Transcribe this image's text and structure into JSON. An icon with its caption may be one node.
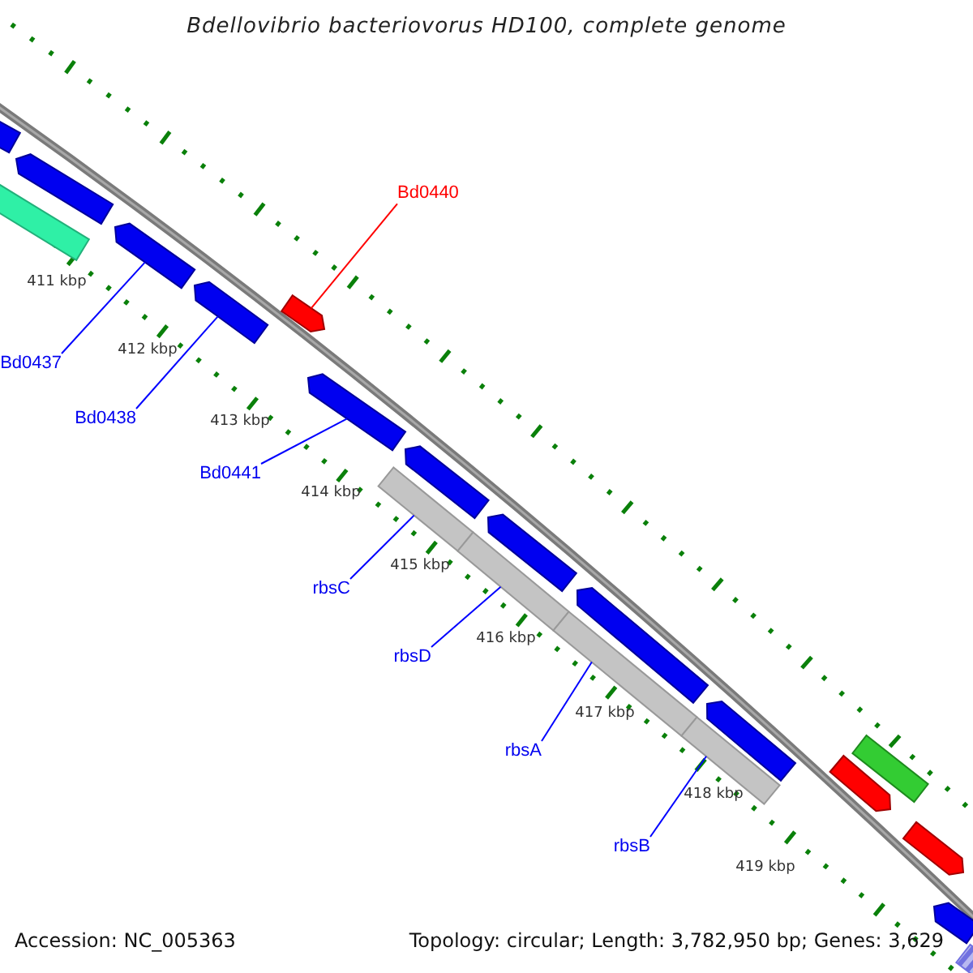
{
  "diagram": {
    "title": "Bdellovibrio bacteriovorus HD100, complete genome",
    "nodes": [
      {
        "text": [
          "Bd0440"
        ]
      },
      {
        "text": [],
        "shape": "arrow"
      },
      {
        "text": [
          "Bd0437"
        ]
      },
      {
        "text": [],
        "shape": "arrow"
      },
      {
        "text": [
          "Bd0438"
        ]
      },
      {
        "text": [],
        "shape": "arrow"
      },
      {
        "text": [
          "Bd0441"
        ]
      },
      {
        "text": [],
        "shape": "arrow"
      },
      {
        "text": [
          "rbsC"
        ]
      },
      {
        "text": [],
        "shape": "bar"
      },
      {
        "text": [
          "rbsD"
        ]
      },
      {
        "text": [],
        "shape": "bar"
      },
      {
        "text": [
          "rbsA"
        ]
      },
      {
        "text": [],
        "shape": "bar"
      },
      {
        "text": [
          "rbsB"
        ]
      },
      {
        "text": [],
        "shape": "bar"
      },
      {
        "text": [],
        "shape": "bar"
      },
      {
        "text": [],
        "shape": "arrow"
      },
      {
        "text": [],
        "shape": "bar"
      },
      {
        "text": [],
        "shape": "arrow"
      },
      {
        "text": [],
        "shape": "arrow"
      },
      {
        "text": [],
        "shape": "arrow"
      },
      {
        "text": [],
        "shape": "arrow"
      },
      {
        "text": [],
        "shape": "arrow"
      },
      {
        "text": [],
        "shape": "bar"
      },
      {
        "text": [],
        "shape": "arrow"
      },
      {
        "text": [],
        "shape": "arrow"
      },
      {
        "text": [],
        "shape": "bar"
      }
    ],
    "edges": [
      {
        "from": 0,
        "to": 1,
        "arrow": "none",
        "color": "#ff0000"
      },
      {
        "from": 2,
        "to": 3,
        "arrow": "none"
      },
      {
        "from": 4,
        "to": 5,
        "arrow": "none"
      },
      {
        "from": 6,
        "to": 7,
        "arrow": "none"
      },
      {
        "from": 8,
        "to": 9,
        "arrow": "none"
      },
      {
        "from": 10,
        "to": 11,
        "arrow": "none"
      },
      {
        "from": 12,
        "to": 13,
        "arrow": "none"
      },
      {
        "from": 14,
        "to": 15,
        "arrow": "none"
      }
    ],
    "labels": [
      "411 kbp",
      "412 kbp",
      "413 kbp",
      "414 kbp",
      "415 kbp",
      "416 kbp",
      "417 kbp",
      "418 kbp",
      "419 kbp",
      "Accession: NC_005363",
      "Topology: circular; Length: 3,782,950 bp; Genes: 3,629"
    ]
  }
}
